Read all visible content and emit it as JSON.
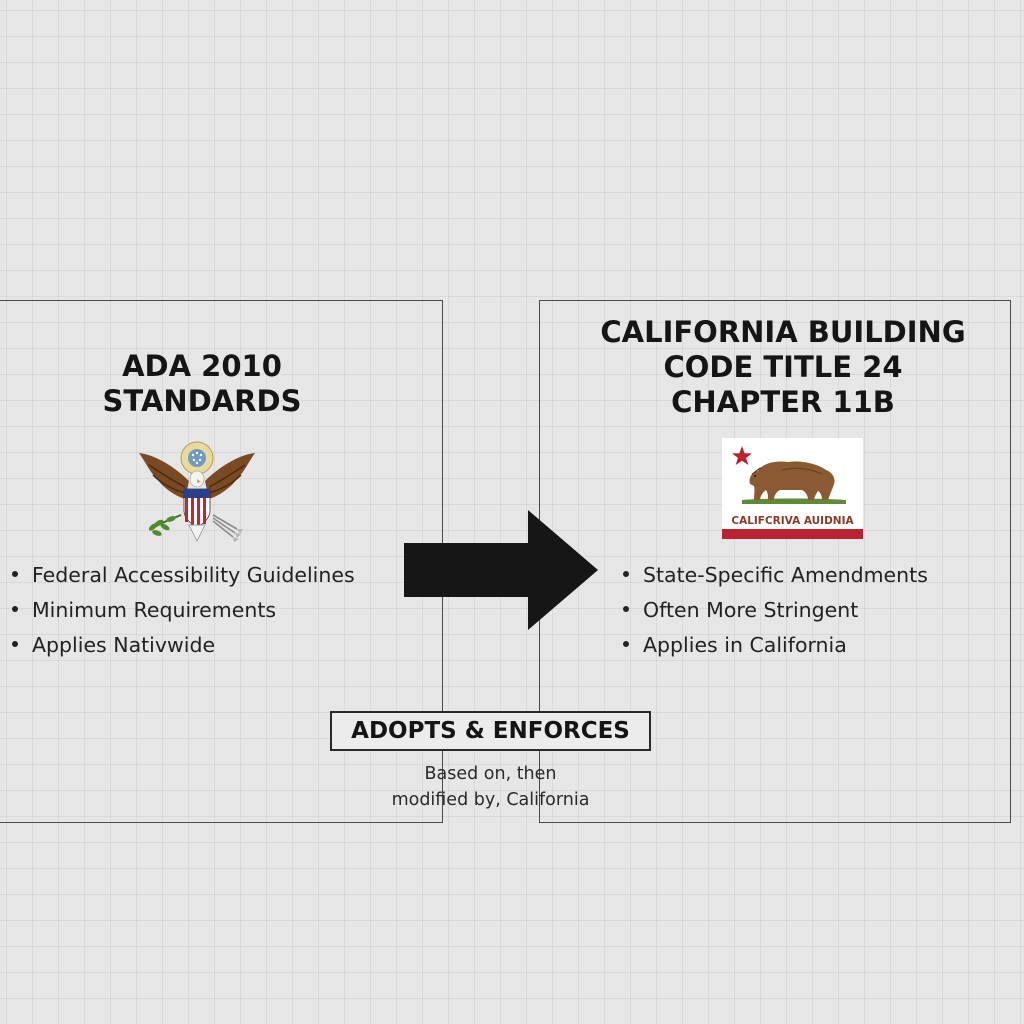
{
  "left_panel": {
    "title_lines": [
      "ADA 2010",
      "STANDARDS"
    ],
    "emblem": "us-great-seal-icon",
    "bullets": [
      "Federal Accessibility Guidelines",
      "Minimum Requirements",
      "Applies Nativwide"
    ]
  },
  "right_panel": {
    "title_lines": [
      "CALIFORNIA BUILDING",
      "CODE TITLE 24",
      "CHAPTER 11B"
    ],
    "emblem": "california-flag-icon",
    "flag_text": "CALIFCRIVA AUIDNIA",
    "bullets": [
      "State-Specific Amendments",
      "Often More Stringent",
      "Applies in California"
    ]
  },
  "connector": {
    "icon": "right-arrow-icon",
    "label": "ADOPTS & ENFORCES",
    "note_lines": [
      "Based on, then",
      "modified by, California"
    ]
  },
  "colors": {
    "background": "#e6e6e6",
    "arrow": "#161616",
    "flag_red": "#b8232f",
    "bear_brown": "#8a5a33"
  }
}
